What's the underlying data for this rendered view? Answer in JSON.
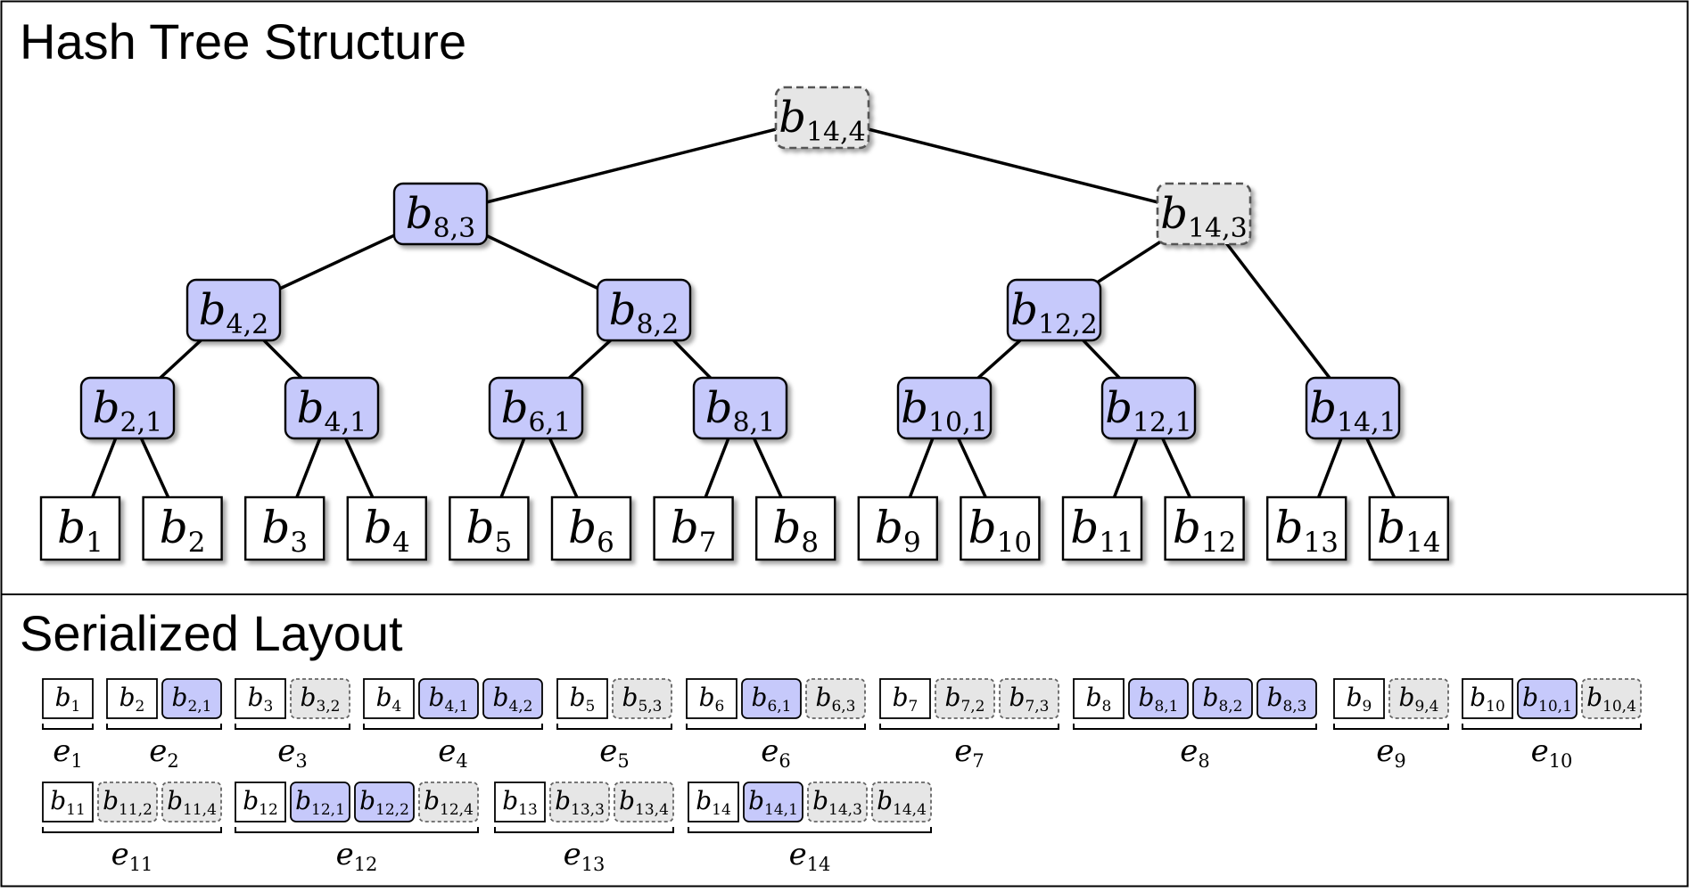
{
  "titles": {
    "tree": "Hash Tree Structure",
    "layout": "Serialized Layout"
  },
  "colors": {
    "blue_fill": "#c6c9fb",
    "grey_fill": "#e6e6e6",
    "leaf_fill": "#ffffff",
    "border": "#000000"
  },
  "tree": {
    "nodes": [
      {
        "id": "b14_4",
        "base": "b",
        "sub": "14,4",
        "kind": "grey"
      },
      {
        "id": "b8_3",
        "base": "b",
        "sub": "8,3",
        "kind": "blue"
      },
      {
        "id": "b14_3",
        "base": "b",
        "sub": "14,3",
        "kind": "grey"
      },
      {
        "id": "b4_2",
        "base": "b",
        "sub": "4,2",
        "kind": "blue"
      },
      {
        "id": "b8_2",
        "base": "b",
        "sub": "8,2",
        "kind": "blue"
      },
      {
        "id": "b12_2",
        "base": "b",
        "sub": "12,2",
        "kind": "blue"
      },
      {
        "id": "b2_1",
        "base": "b",
        "sub": "2,1",
        "kind": "blue"
      },
      {
        "id": "b4_1",
        "base": "b",
        "sub": "4,1",
        "kind": "blue"
      },
      {
        "id": "b6_1",
        "base": "b",
        "sub": "6,1",
        "kind": "blue"
      },
      {
        "id": "b8_1",
        "base": "b",
        "sub": "8,1",
        "kind": "blue"
      },
      {
        "id": "b10_1",
        "base": "b",
        "sub": "10,1",
        "kind": "blue"
      },
      {
        "id": "b12_1",
        "base": "b",
        "sub": "12,1",
        "kind": "blue"
      },
      {
        "id": "b14_1",
        "base": "b",
        "sub": "14,1",
        "kind": "blue"
      },
      {
        "id": "b1",
        "base": "b",
        "sub": "1",
        "kind": "leaf"
      },
      {
        "id": "b2",
        "base": "b",
        "sub": "2",
        "kind": "leaf"
      },
      {
        "id": "b3",
        "base": "b",
        "sub": "3",
        "kind": "leaf"
      },
      {
        "id": "b4",
        "base": "b",
        "sub": "4",
        "kind": "leaf"
      },
      {
        "id": "b5",
        "base": "b",
        "sub": "5",
        "kind": "leaf"
      },
      {
        "id": "b6",
        "base": "b",
        "sub": "6",
        "kind": "leaf"
      },
      {
        "id": "b7",
        "base": "b",
        "sub": "7",
        "kind": "leaf"
      },
      {
        "id": "b8",
        "base": "b",
        "sub": "8",
        "kind": "leaf"
      },
      {
        "id": "b9",
        "base": "b",
        "sub": "9",
        "kind": "leaf"
      },
      {
        "id": "b10",
        "base": "b",
        "sub": "10",
        "kind": "leaf"
      },
      {
        "id": "b11",
        "base": "b",
        "sub": "11",
        "kind": "leaf"
      },
      {
        "id": "b12",
        "base": "b",
        "sub": "12",
        "kind": "leaf"
      },
      {
        "id": "b13",
        "base": "b",
        "sub": "13",
        "kind": "leaf"
      },
      {
        "id": "b14",
        "base": "b",
        "sub": "14",
        "kind": "leaf"
      }
    ],
    "edges": [
      [
        "b14_4",
        "b8_3"
      ],
      [
        "b14_4",
        "b14_3"
      ],
      [
        "b8_3",
        "b4_2"
      ],
      [
        "b8_3",
        "b8_2"
      ],
      [
        "b14_3",
        "b12_2"
      ],
      [
        "b14_3",
        "b14_1"
      ],
      [
        "b4_2",
        "b2_1"
      ],
      [
        "b4_2",
        "b4_1"
      ],
      [
        "b8_2",
        "b6_1"
      ],
      [
        "b8_2",
        "b8_1"
      ],
      [
        "b12_2",
        "b10_1"
      ],
      [
        "b12_2",
        "b12_1"
      ],
      [
        "b2_1",
        "b1"
      ],
      [
        "b2_1",
        "b2"
      ],
      [
        "b4_1",
        "b3"
      ],
      [
        "b4_1",
        "b4"
      ],
      [
        "b6_1",
        "b5"
      ],
      [
        "b6_1",
        "b6"
      ],
      [
        "b8_1",
        "b7"
      ],
      [
        "b8_1",
        "b8"
      ],
      [
        "b10_1",
        "b9"
      ],
      [
        "b10_1",
        "b10"
      ],
      [
        "b12_1",
        "b11"
      ],
      [
        "b12_1",
        "b12"
      ],
      [
        "b14_1",
        "b13"
      ],
      [
        "b14_1",
        "b14"
      ]
    ]
  },
  "layout": {
    "rows": [
      [
        {
          "label": {
            "base": "e",
            "sub": "1"
          },
          "cells": [
            {
              "base": "b",
              "sub": "1",
              "kind": "leaf"
            }
          ]
        },
        {
          "label": {
            "base": "e",
            "sub": "2"
          },
          "cells": [
            {
              "base": "b",
              "sub": "2",
              "kind": "leaf"
            },
            {
              "base": "b",
              "sub": "2,1",
              "kind": "blue"
            }
          ]
        },
        {
          "label": {
            "base": "e",
            "sub": "3"
          },
          "cells": [
            {
              "base": "b",
              "sub": "3",
              "kind": "leaf"
            },
            {
              "base": "b",
              "sub": "3,2",
              "kind": "grey"
            }
          ]
        },
        {
          "label": {
            "base": "e",
            "sub": "4"
          },
          "cells": [
            {
              "base": "b",
              "sub": "4",
              "kind": "leaf"
            },
            {
              "base": "b",
              "sub": "4,1",
              "kind": "blue"
            },
            {
              "base": "b",
              "sub": "4,2",
              "kind": "blue"
            }
          ]
        },
        {
          "label": {
            "base": "e",
            "sub": "5"
          },
          "cells": [
            {
              "base": "b",
              "sub": "5",
              "kind": "leaf"
            },
            {
              "base": "b",
              "sub": "5,3",
              "kind": "grey"
            }
          ]
        },
        {
          "label": {
            "base": "e",
            "sub": "6"
          },
          "cells": [
            {
              "base": "b",
              "sub": "6",
              "kind": "leaf"
            },
            {
              "base": "b",
              "sub": "6,1",
              "kind": "blue"
            },
            {
              "base": "b",
              "sub": "6,3",
              "kind": "grey"
            }
          ]
        },
        {
          "label": {
            "base": "e",
            "sub": "7"
          },
          "cells": [
            {
              "base": "b",
              "sub": "7",
              "kind": "leaf"
            },
            {
              "base": "b",
              "sub": "7,2",
              "kind": "grey"
            },
            {
              "base": "b",
              "sub": "7,3",
              "kind": "grey"
            }
          ]
        },
        {
          "label": {
            "base": "e",
            "sub": "8"
          },
          "cells": [
            {
              "base": "b",
              "sub": "8",
              "kind": "leaf"
            },
            {
              "base": "b",
              "sub": "8,1",
              "kind": "blue"
            },
            {
              "base": "b",
              "sub": "8,2",
              "kind": "blue"
            },
            {
              "base": "b",
              "sub": "8,3",
              "kind": "blue"
            }
          ]
        },
        {
          "label": {
            "base": "e",
            "sub": "9"
          },
          "cells": [
            {
              "base": "b",
              "sub": "9",
              "kind": "leaf"
            },
            {
              "base": "b",
              "sub": "9,4",
              "kind": "grey"
            }
          ]
        },
        {
          "label": {
            "base": "e",
            "sub": "10"
          },
          "cells": [
            {
              "base": "b",
              "sub": "10",
              "kind": "leaf"
            },
            {
              "base": "b",
              "sub": "10,1",
              "kind": "blue"
            },
            {
              "base": "b",
              "sub": "10,4",
              "kind": "grey"
            }
          ]
        }
      ],
      [
        {
          "label": {
            "base": "e",
            "sub": "11"
          },
          "cells": [
            {
              "base": "b",
              "sub": "11",
              "kind": "leaf"
            },
            {
              "base": "b",
              "sub": "11,2",
              "kind": "grey"
            },
            {
              "base": "b",
              "sub": "11,4",
              "kind": "grey"
            }
          ]
        },
        {
          "label": {
            "base": "e",
            "sub": "12"
          },
          "cells": [
            {
              "base": "b",
              "sub": "12",
              "kind": "leaf"
            },
            {
              "base": "b",
              "sub": "12,1",
              "kind": "blue"
            },
            {
              "base": "b",
              "sub": "12,2",
              "kind": "blue"
            },
            {
              "base": "b",
              "sub": "12,4",
              "kind": "grey"
            }
          ]
        },
        {
          "label": {
            "base": "e",
            "sub": "13"
          },
          "cells": [
            {
              "base": "b",
              "sub": "13",
              "kind": "leaf"
            },
            {
              "base": "b",
              "sub": "13,3",
              "kind": "grey"
            },
            {
              "base": "b",
              "sub": "13,4",
              "kind": "grey"
            }
          ]
        },
        {
          "label": {
            "base": "e",
            "sub": "14"
          },
          "cells": [
            {
              "base": "b",
              "sub": "14",
              "kind": "leaf"
            },
            {
              "base": "b",
              "sub": "14,1",
              "kind": "blue"
            },
            {
              "base": "b",
              "sub": "14,3",
              "kind": "grey"
            },
            {
              "base": "b",
              "sub": "14,4",
              "kind": "grey"
            }
          ]
        }
      ]
    ]
  }
}
